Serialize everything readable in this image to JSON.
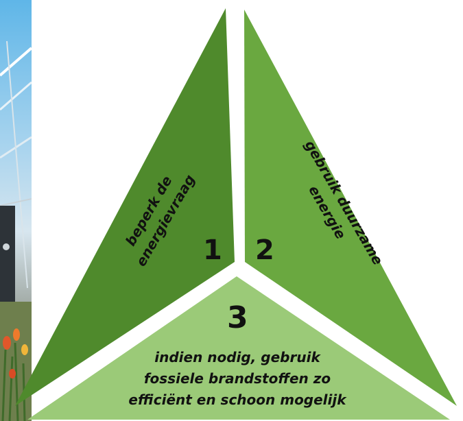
{
  "diagram": {
    "segments": [
      {
        "number": "1",
        "lines": [
          "beperk de",
          "energievraag"
        ],
        "color": "#4f8a2c"
      },
      {
        "number": "2",
        "lines": [
          "gebruik duurzame",
          "energie"
        ],
        "color": "#6aa840"
      },
      {
        "number": "3",
        "lines": [
          "indien nodig, gebruik",
          "fossiele brandstoffen zo",
          "efficiënt en schoon mogelijk"
        ],
        "color": "#9bca78"
      }
    ]
  },
  "colors": {
    "background": "#ffffff",
    "separator": "#ffffff",
    "text": "#111111"
  }
}
